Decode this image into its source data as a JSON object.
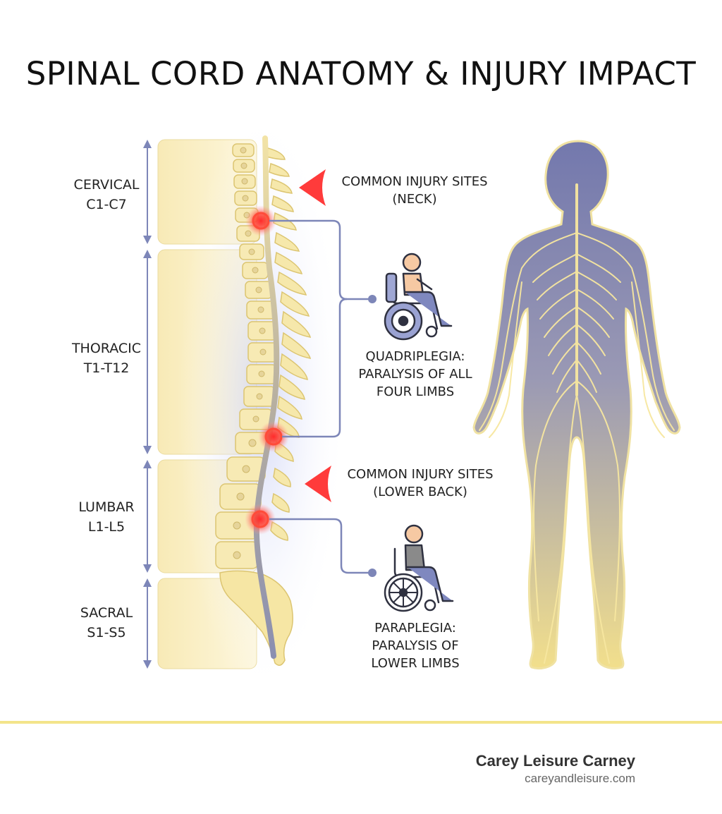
{
  "title": "SPINAL CORD ANATOMY & INJURY IMPACT",
  "regions": [
    {
      "name": "CERVICAL",
      "range": "C1-C7"
    },
    {
      "name": "THORACIC",
      "range": "T1-T12"
    },
    {
      "name": "LUMBAR",
      "range": "L1-L5"
    },
    {
      "name": "SACRAL",
      "range": "S1-S5"
    }
  ],
  "injury_sites": {
    "neck": {
      "line1": "COMMON INJURY SITES",
      "line2": "(NECK)"
    },
    "lower_back": {
      "line1": "COMMON INJURY SITES",
      "line2": "(LOWER BACK)"
    }
  },
  "outcomes": {
    "quadriplegia": {
      "line1": "QUADRIPLEGIA:",
      "line2": "PARALYSIS OF ALL",
      "line3": "FOUR LIMBS"
    },
    "paraplegia": {
      "line1": "PARAPLEGIA:",
      "line2": "PARALYSIS OF",
      "line3": "LOWER LIMBS"
    }
  },
  "colors": {
    "bone": "#f5e6a6",
    "bone_outline": "#e0c977",
    "panel": "#fbf1c6",
    "arrow": "#7d86b8",
    "injury": "#e8252b",
    "body_top": "#7a7fb0",
    "body_bottom": "#f0de8a",
    "nerve": "#f7e7a0"
  },
  "footer": {
    "brand": "Carey Leisure Carney",
    "url": "careyandleisure.com"
  }
}
